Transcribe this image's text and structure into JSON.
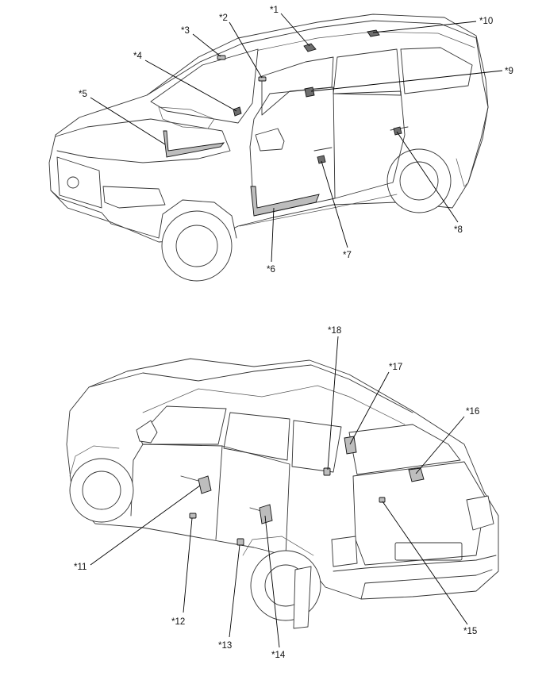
{
  "figure_top": {
    "callouts": [
      "*1",
      "*2",
      "*3",
      "*4",
      "*5",
      "*6",
      "*7",
      "*8",
      "*9",
      "*10"
    ]
  },
  "figure_bottom": {
    "callouts": [
      "*11",
      "*12",
      "*13",
      "*14",
      "*15",
      "*16",
      "*17",
      "*18"
    ]
  }
}
